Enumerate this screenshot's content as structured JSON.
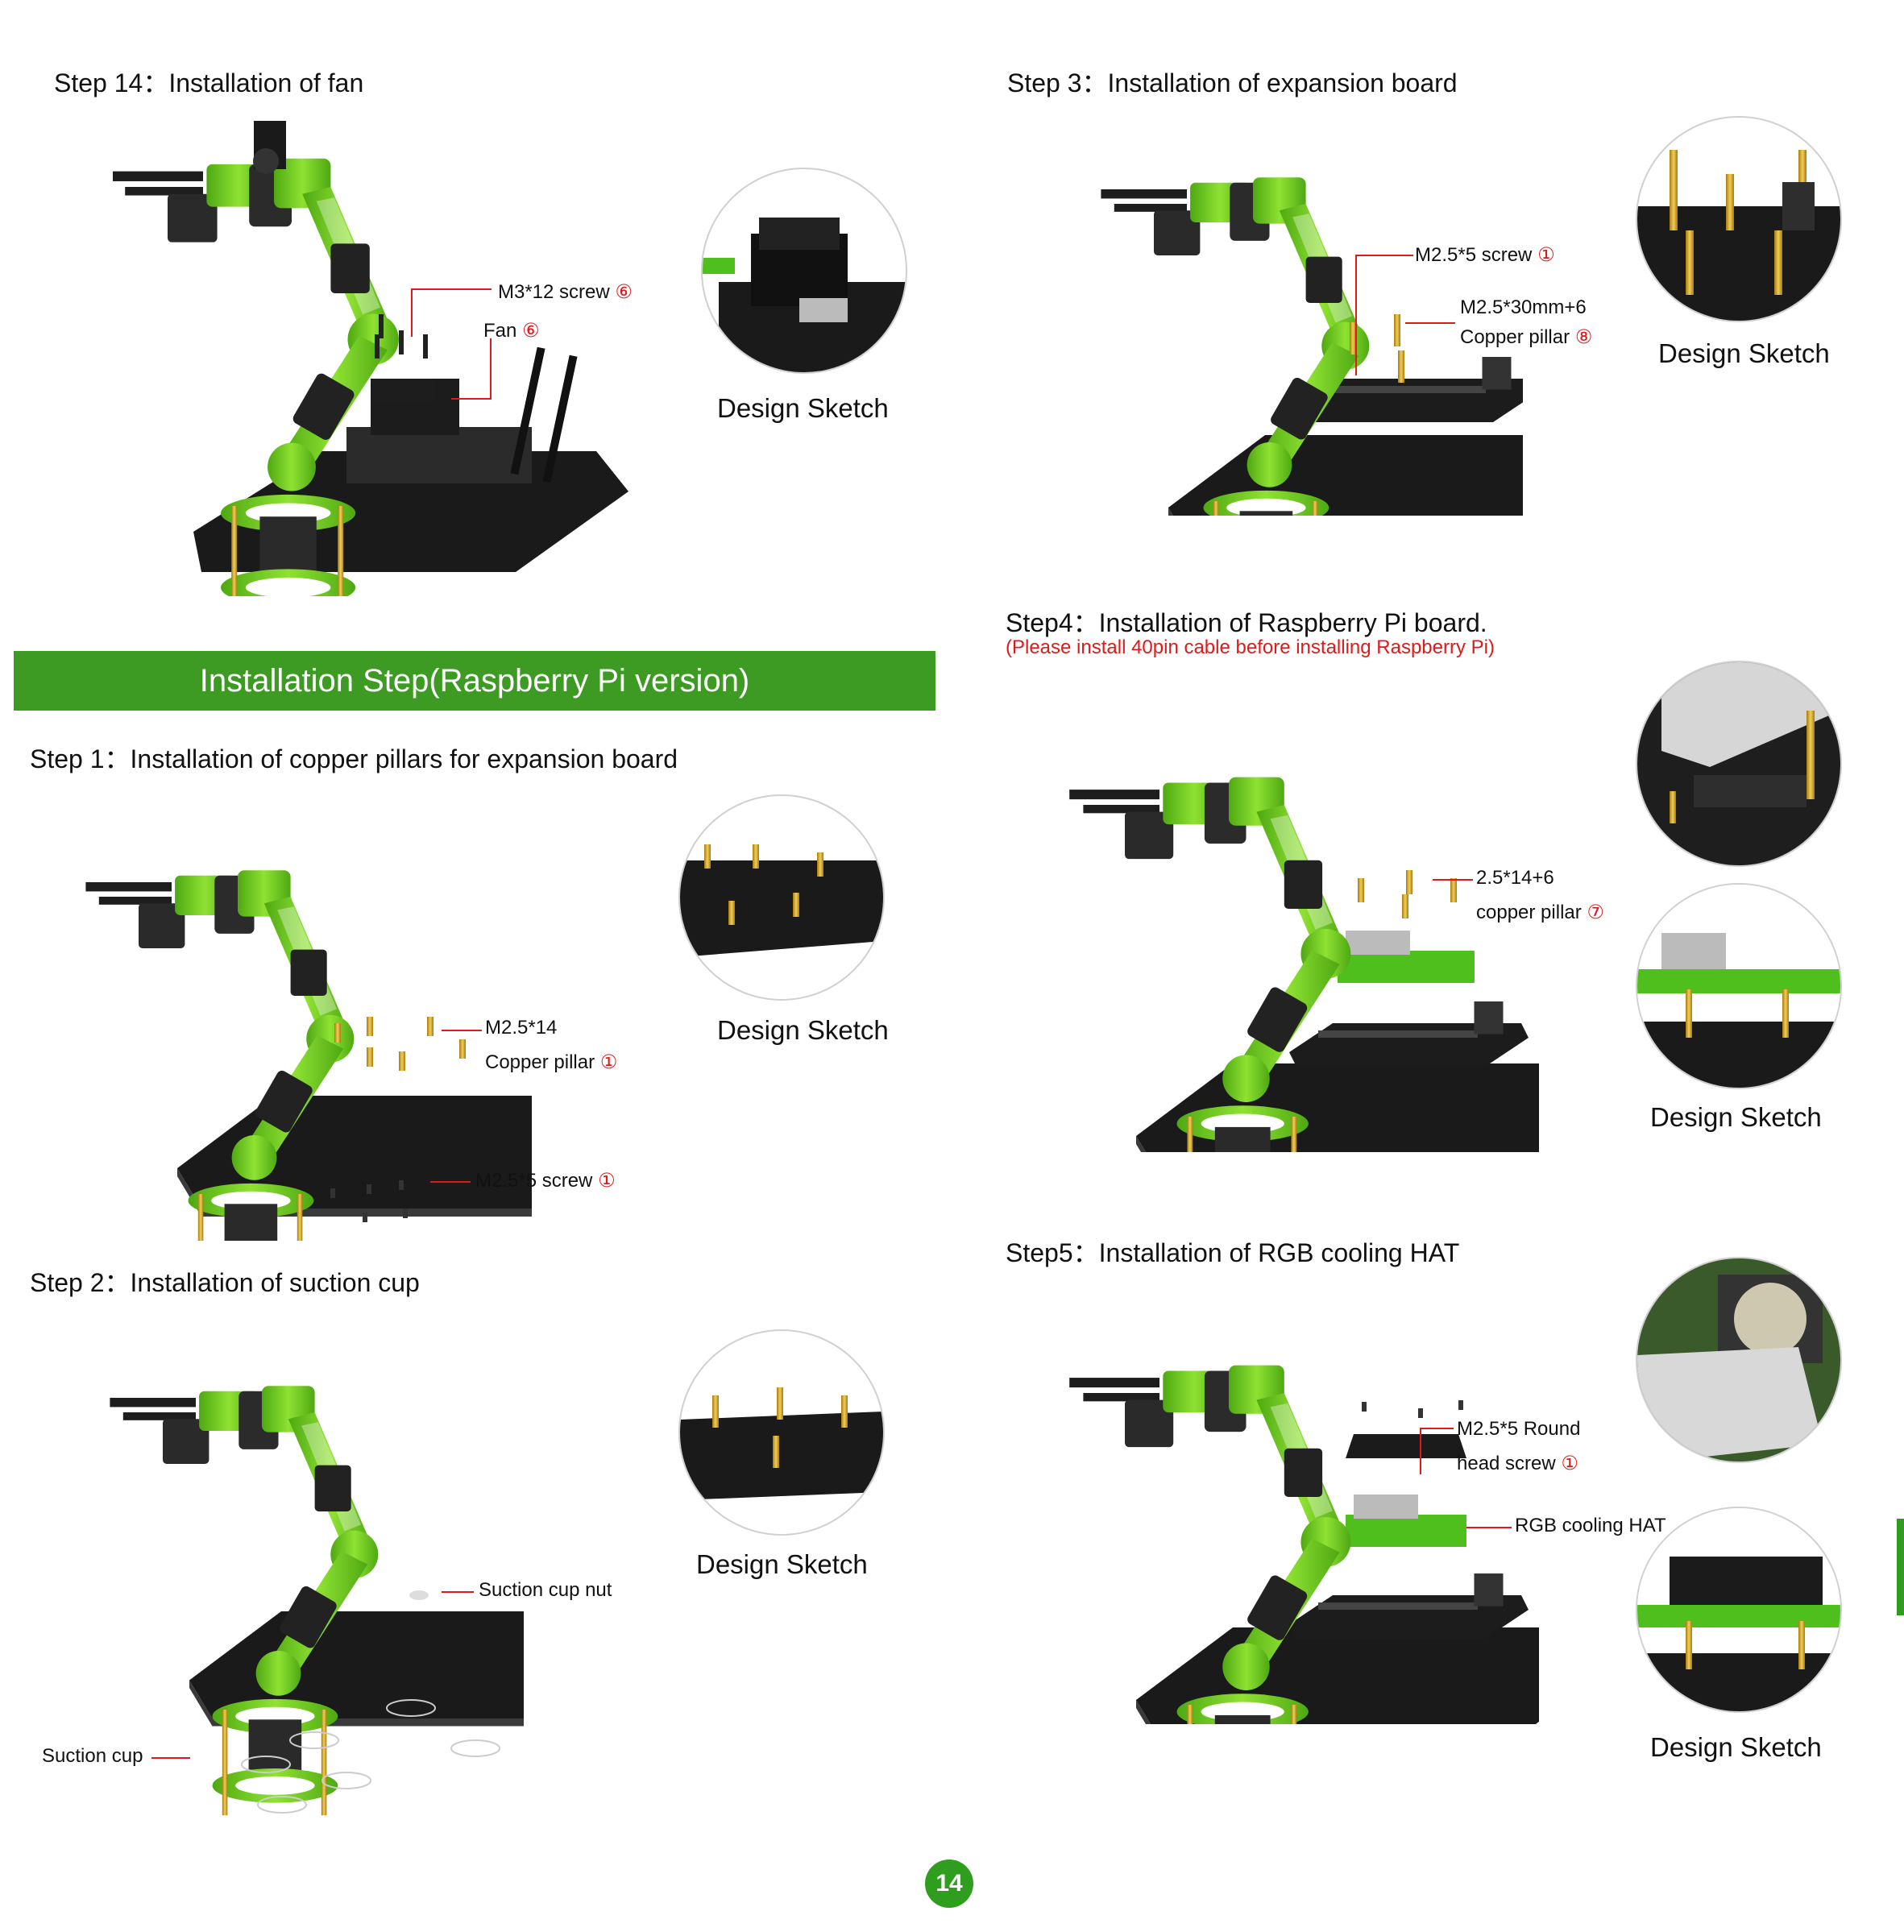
{
  "step14": {
    "title": "Step 14：Installation of fan",
    "callouts": {
      "screw": "M3*12 screw",
      "screw_num": "⑥",
      "fan": "Fan",
      "fan_num": "⑥"
    },
    "sketch_label": "Design Sketch"
  },
  "banner": {
    "text": "Installation Step(Raspberry Pi version)"
  },
  "step1": {
    "title": "Step 1：Installation of copper pillars for expansion board",
    "callouts": {
      "pillar_a": "M2.5*14",
      "pillar_b": "Copper pillar",
      "pillar_num": "①",
      "screw": "M2.5*5 screw",
      "screw_num": "①"
    },
    "sketch_label": "Design Sketch"
  },
  "step2": {
    "title": "Step 2：Installation of suction cup",
    "callouts": {
      "nut": "Suction cup nut",
      "cup": "Suction cup"
    },
    "sketch_label": "Design Sketch"
  },
  "step3": {
    "title": "Step 3：Installation of expansion board",
    "callouts": {
      "screw": "M2.5*5 screw",
      "screw_num": "①",
      "pillar_a": "M2.5*30mm+6",
      "pillar_b": "Copper pillar",
      "pillar_num": "⑧"
    },
    "sketch_label": "Design Sketch"
  },
  "step4": {
    "title": "Step4：Installation of Raspberry Pi board.",
    "note": "(Please install 40pin cable before installing Raspberry Pi)",
    "callouts": {
      "pillar_a": "2.5*14+6",
      "pillar_b": "copper pillar",
      "pillar_num": "⑦"
    },
    "sketch_label": "Design Sketch"
  },
  "step5": {
    "title": "Step5：Installation of RGB cooling HAT",
    "callouts": {
      "screw_a": "M2.5*5 Round",
      "screw_b": "head screw",
      "screw_num": "①",
      "hat": "RGB cooling HAT"
    },
    "sketch_label": "Design Sketch"
  },
  "page_number": "14",
  "colors": {
    "banner": "#3d9b24",
    "arm_green": "#6fd11e",
    "annotation_red": "#e01a1a",
    "base_black": "#1a1a1a",
    "pillar_brass": "#d4a017"
  }
}
